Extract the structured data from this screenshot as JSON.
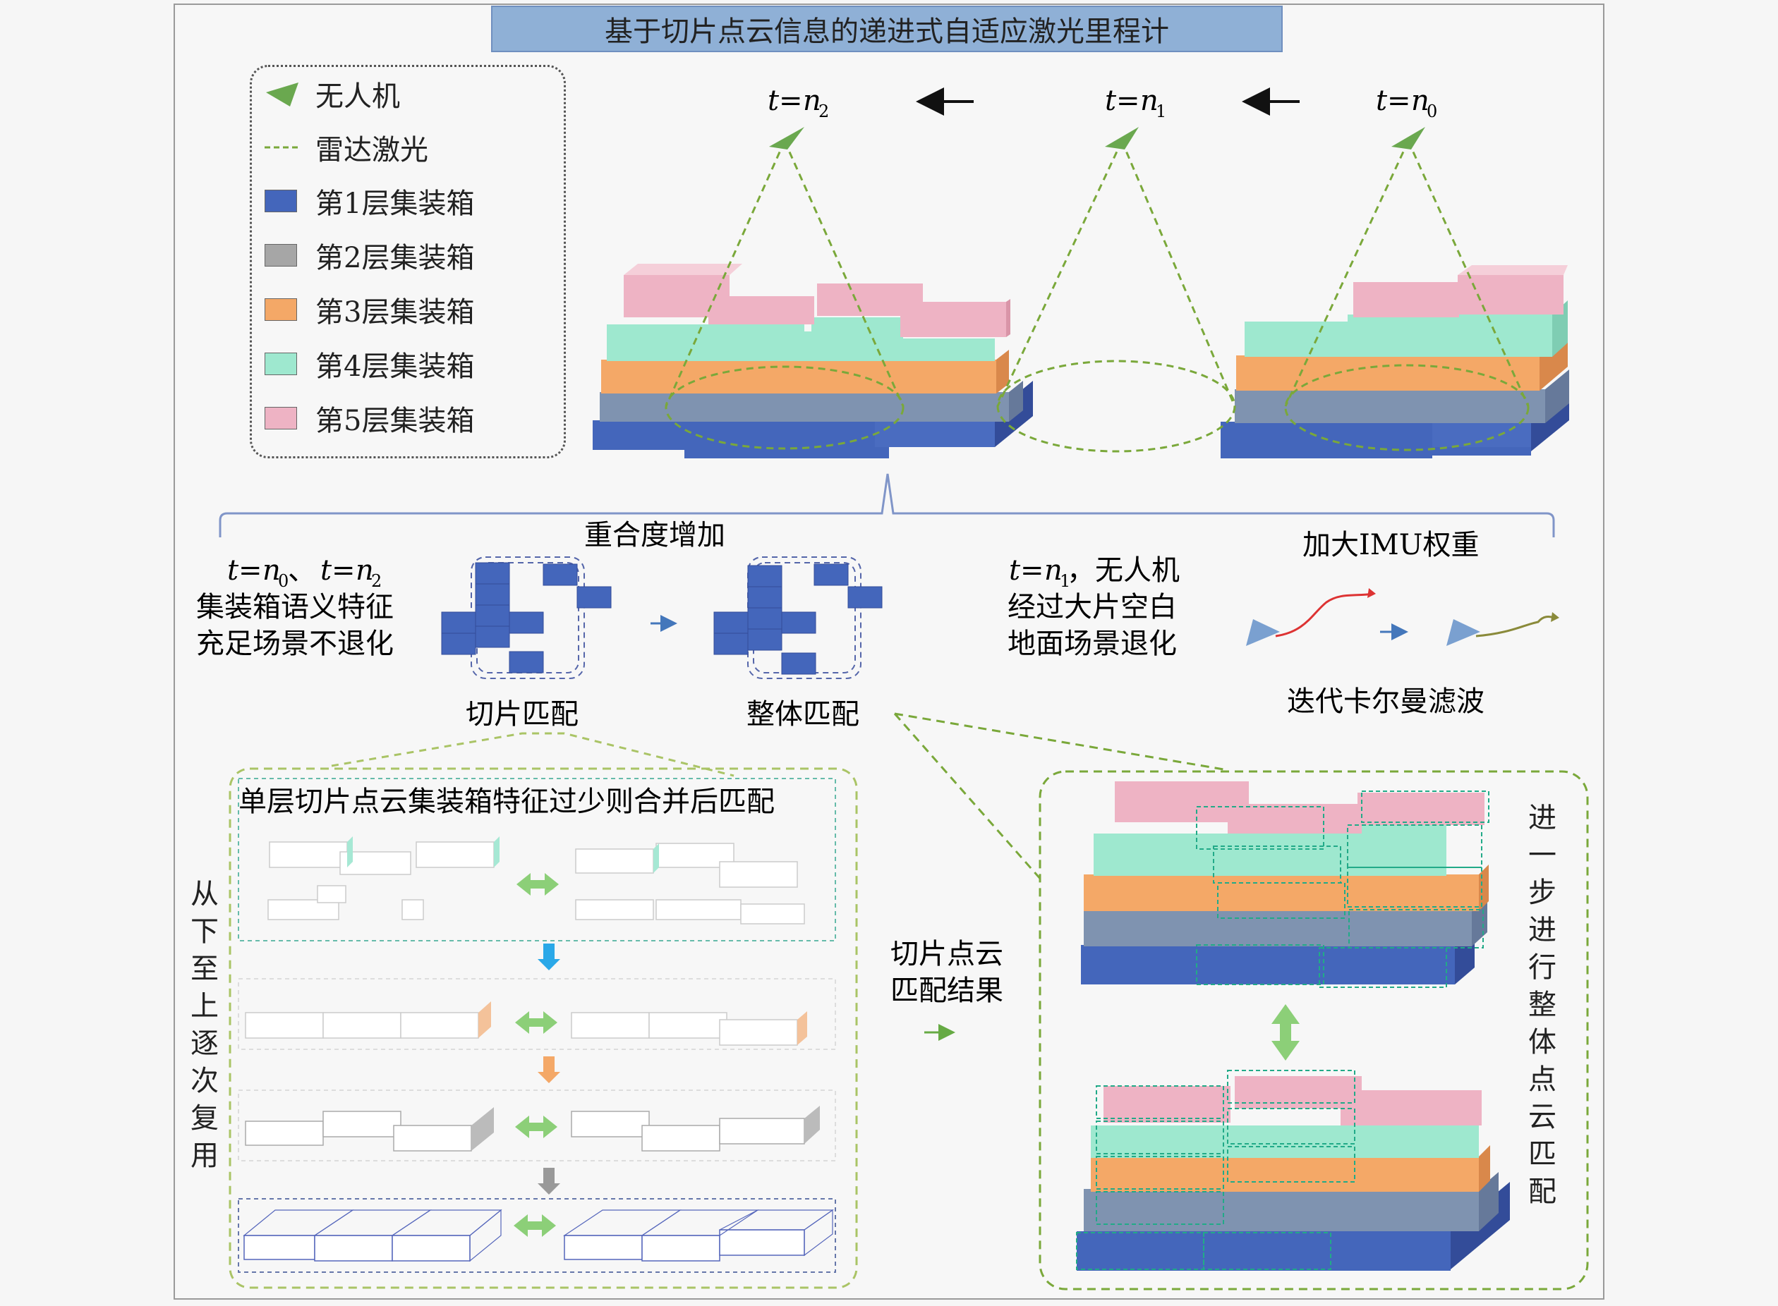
{
  "title": "基于切片点云信息的递进式自适应激光里程计",
  "legend": {
    "items": [
      {
        "label": "无人机",
        "kind": "drone",
        "color": "#6aa84f"
      },
      {
        "label": "雷达激光",
        "kind": "laser",
        "color": "#7aa83a"
      },
      {
        "label": "第1层集装箱",
        "kind": "box",
        "color": "#4466bb"
      },
      {
        "label": "第2层集装箱",
        "kind": "box",
        "color": "#a6a6a6"
      },
      {
        "label": "第3层集装箱",
        "kind": "box",
        "color": "#f4a867"
      },
      {
        "label": "第4层集装箱",
        "kind": "box",
        "color": "#9ee8cf"
      },
      {
        "label": "第5层集装箱",
        "kind": "box",
        "color": "#eeb3c4"
      }
    ]
  },
  "timeline": {
    "t_var": "t",
    "eq": "=",
    "n": "n",
    "sub2": "2",
    "sub1": "1",
    "sub0": "0"
  },
  "middle": {
    "overlap_increase": "重合度增加",
    "left_note": {
      "sep": "、",
      "line2": "集装箱语义特征",
      "line3": "充足场景不退化"
    },
    "slice_match": "切片匹配",
    "whole_match": "整体匹配",
    "right_note": {
      "line1_suffix": "，无人机",
      "line2": "经过大片空白",
      "line3": "地面场景退化"
    },
    "imu_weight": "加大IMU权重",
    "iekf": "迭代卡尔曼滤波"
  },
  "bottom_left": {
    "header": "单层切片点云集装箱特征过少则合并后匹配",
    "side_vertical": "从下至上逐次复用"
  },
  "bottom_mid": {
    "line1": "切片点云",
    "line2": "匹配结果"
  },
  "bottom_right": {
    "side_vertical": "进一步进行整体点云匹配"
  },
  "colors": {
    "layer1": "#4466bb",
    "layer2": "#7f93b0",
    "layer3": "#f4a867",
    "layer4": "#9ee8cf",
    "layer5": "#eeb3c4",
    "laser": "#7aa83a",
    "drone": "#6aa84f",
    "title_bg": "#8fb0d6"
  }
}
